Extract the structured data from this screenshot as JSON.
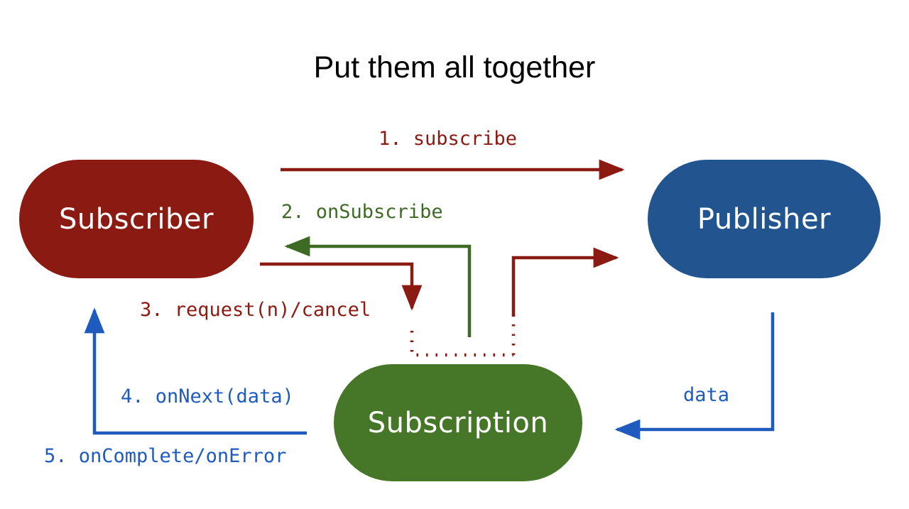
{
  "slide": {
    "title": "Put them all together",
    "background": "#ffffff"
  },
  "colors": {
    "red": "#8B1A12",
    "blue": "#22558F",
    "green": "#467627",
    "label_red": "#8B1A12",
    "label_green": "#3E6B23",
    "label_blue": "#1F5BBF",
    "title_text": "#000000",
    "node_text": "#ffffff"
  },
  "nodes": [
    {
      "id": "subscriber",
      "label": "Subscriber",
      "color": "#8B1A12"
    },
    {
      "id": "publisher",
      "label": "Publisher",
      "color": "#22558F"
    },
    {
      "id": "subscription",
      "label": "Subscription",
      "color": "#467627"
    }
  ],
  "edges": [
    {
      "id": "subscribe",
      "label": "1. subscribe",
      "from": "subscriber",
      "to": "publisher",
      "color": "#8B1A12",
      "style": "solid",
      "direction": "right"
    },
    {
      "id": "onsubscribe",
      "label": "2. onSubscribe",
      "from": "subscription",
      "to": "subscriber",
      "color": "#3E6B23",
      "style": "solid",
      "direction": "left"
    },
    {
      "id": "request-cancel",
      "label": "3. request(n)/cancel",
      "from": "subscriber",
      "to": "subscription",
      "color": "#8B1A12",
      "style": "solid-then-dotted",
      "direction": "down"
    },
    {
      "id": "onnext",
      "label": "4. onNext(data)",
      "from": "subscription",
      "to": "subscriber",
      "color": "#1F5BBF",
      "style": "solid",
      "direction": "up"
    },
    {
      "id": "oncomplete-onerror",
      "label": "5. onComplete/onError",
      "from": "subscription",
      "to": "subscriber",
      "color": "#1F5BBF",
      "style": "solid",
      "direction": "up"
    },
    {
      "id": "data",
      "label": "data",
      "from": "publisher",
      "to": "subscription",
      "color": "#1F5BBF",
      "style": "solid",
      "direction": "left"
    },
    {
      "id": "subscription-to-publisher",
      "label": "",
      "from": "subscription",
      "to": "publisher",
      "color": "#8B1A12",
      "style": "dotted-then-solid",
      "direction": "right"
    }
  ]
}
